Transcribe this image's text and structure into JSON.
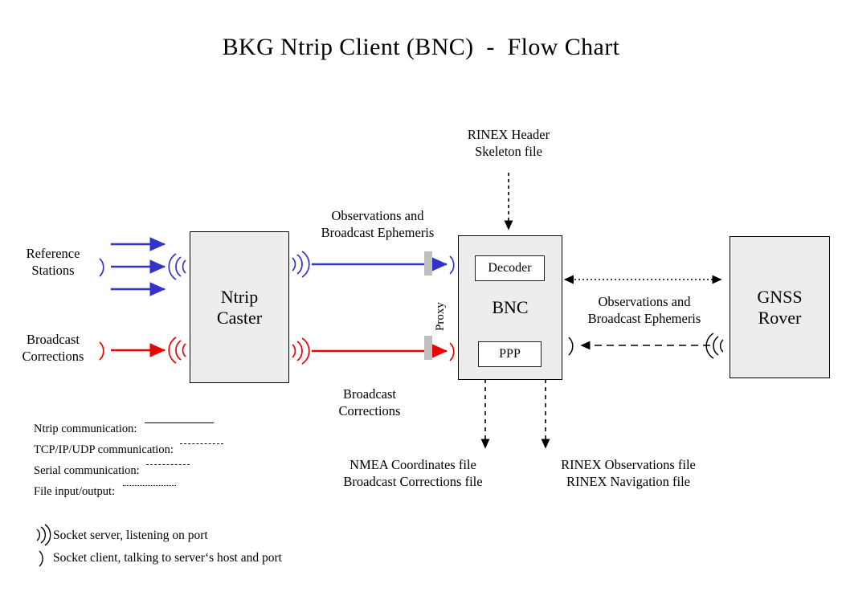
{
  "title": "BKG Ntrip Client (BNC)  -  Flow Chart",
  "colors": {
    "ntrip_blue": "#3333cc",
    "corrections_red": "#ee0000",
    "box_fill": "#ededed",
    "box_border": "#000000",
    "proxy_bar": "#bfbfbf",
    "arrow_black": "#000000"
  },
  "boxes": {
    "ntrip_caster": "Ntrip\nCaster",
    "bnc": "BNC",
    "decoder": "Decoder",
    "ppp": "PPP",
    "gnss_rover": "GNSS\nRover"
  },
  "labels": {
    "reference_stations": "Reference\nStations",
    "broadcast_corrections_left": "Broadcast\nCorrections",
    "observations_and_ephemeris_top": "Observations and\nBroadcast Ephemeris",
    "broadcast_corrections_mid": "Broadcast\nCorrections",
    "rinex_header_skeleton": "RINEX Header\nSkeleton file",
    "observations_and_ephemeris_right": "Observations and\nBroadcast Ephemeris",
    "proxy": "Proxy",
    "nmea_files": "NMEA Coordinates file\nBroadcast Corrections file",
    "rinex_files": "RINEX Observations file\nRINEX Navigation file"
  },
  "legend": {
    "lines": [
      {
        "label": "Ntrip communication:",
        "style": "solid"
      },
      {
        "label": "TCP/IP/UDP communication:",
        "style": "dashed"
      },
      {
        "label": "Serial communication:",
        "style": "dash-dot"
      },
      {
        "label": "File input/output:",
        "style": "dotted"
      }
    ],
    "sockets": [
      {
        "glyph": "socket-server",
        "label": "Socket server, listening on port"
      },
      {
        "glyph": "socket-client",
        "label": "Socket client, talking to server‘s host and port"
      }
    ]
  }
}
